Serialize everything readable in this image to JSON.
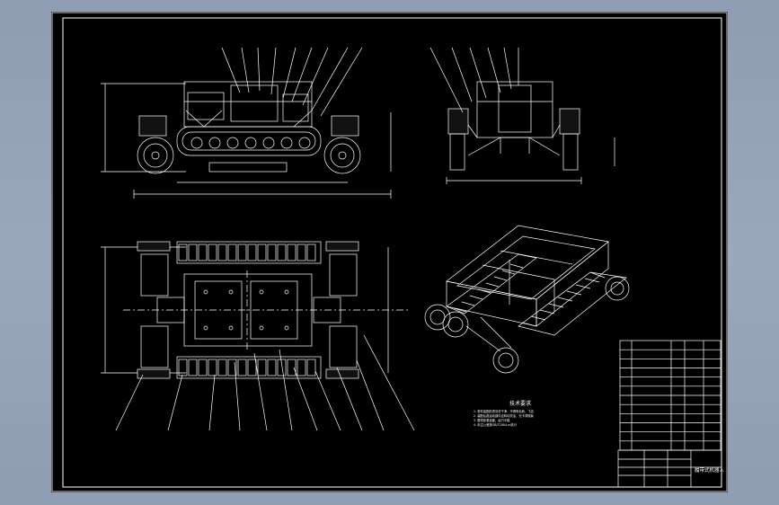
{
  "window": {
    "background": "#95a3b8",
    "sheet_color": "#000000",
    "line_color": "#ffffff"
  },
  "drawing": {
    "title_block_name": "履带式机器人",
    "tech_req_title": "技术要求",
    "tech_req_lines": [
      "1. 零件装配前须清洗干净，不得有毛刺、飞边",
      "2. 装配后各运动部件应转动灵活，无卡滞现象",
      "3. 履带张紧适度，运行平稳",
      "4. 未注公差按GB/T1804-m执行"
    ],
    "parts_list_rows": 11
  }
}
